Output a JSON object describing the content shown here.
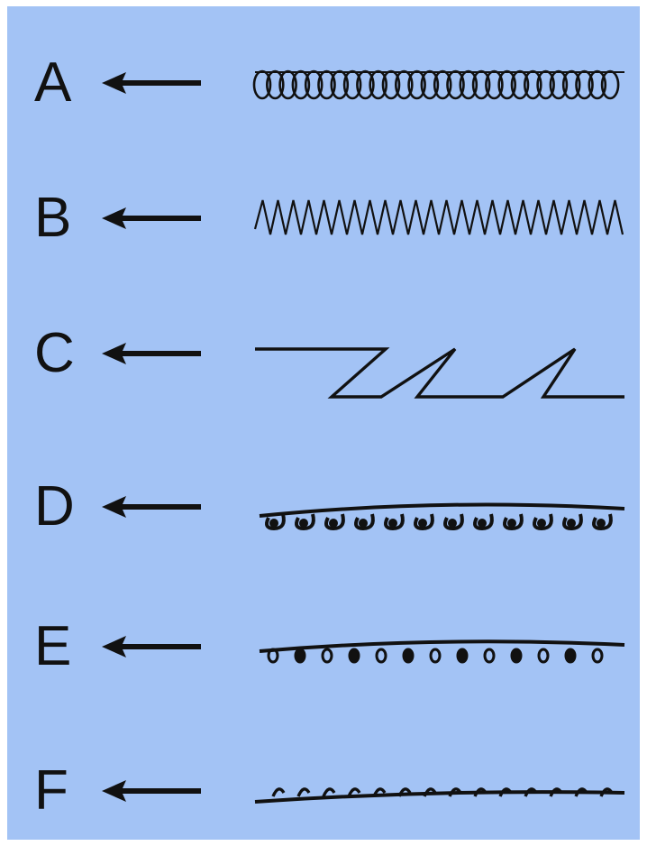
{
  "rows": [
    {
      "label": "A",
      "pattern": "small-loop-chain"
    },
    {
      "label": "B",
      "pattern": "fine-zigzag"
    },
    {
      "label": "C",
      "pattern": "z-step-line"
    },
    {
      "label": "D",
      "pattern": "curled-drop-line"
    },
    {
      "label": "E",
      "pattern": "small-curl-line"
    },
    {
      "label": "F",
      "pattern": "hooked-line"
    }
  ],
  "colors": {
    "background": "#a3c3f5",
    "ink": "#111111"
  }
}
